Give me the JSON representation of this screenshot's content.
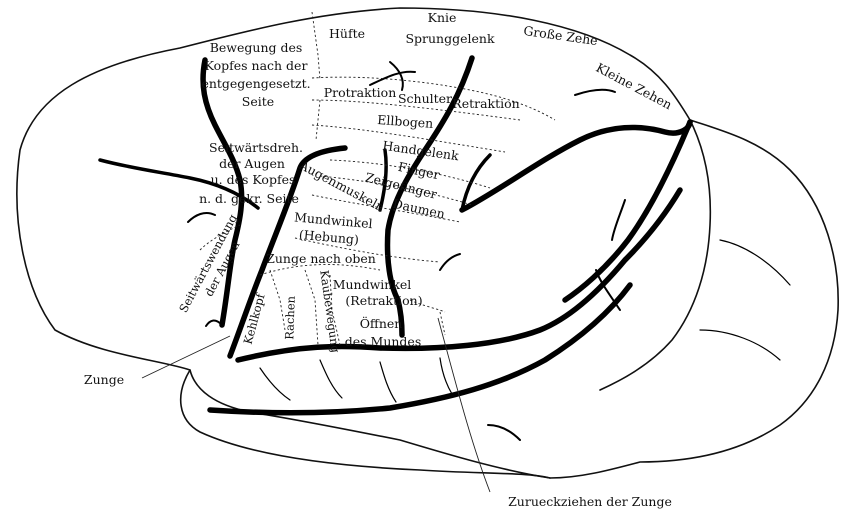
{
  "labels": {
    "bewegung_kopfes": [
      "Bewegung des",
      "Kopfes nach der",
      "entgegengesetzt.",
      "Seite"
    ],
    "huefte": "Hüfte",
    "knie_sprunggelenk": [
      "Knie",
      "Sprunggelenk"
    ],
    "grosse_zehe": "Große Zehe",
    "kleine_zehen": "Kleine Zehen",
    "protraktion": "Protraktion",
    "schulter": "Schulter",
    "retraktion": "Retraktion",
    "ellbogen": "Ellbogen",
    "handgelenk": "Handgelenk",
    "finger": "Finger",
    "zeigefinger": "Zeigefinger",
    "daumen": "Daumen",
    "seitwaertsdrehung": [
      "Seitwärtsdreh.",
      "der Augen",
      "u. des Kopfes",
      "n. d. gekr. Seite"
    ],
    "augenmuskeln": "Augenmuskeln",
    "mundwinkel_hebung": [
      "Mundwinkel",
      "(Hebung)"
    ],
    "seitwaertswendung": [
      "Seitwärtswendung",
      "der Augen"
    ],
    "zunge_nach_oben": "Zunge nach oben",
    "kehlkopf": "Kehlkopf",
    "rachen": "Rachen",
    "kaubewegung": "Kaubewegung",
    "mundwinkel_retraktion": [
      "Mundwinkel",
      "(Retraktion)"
    ],
    "oeffnen_mundes": [
      "Öffnen",
      "des Mundes"
    ],
    "zunge": "Zunge",
    "zurueckziehen_zunge": "Zurueckziehen der Zunge"
  }
}
